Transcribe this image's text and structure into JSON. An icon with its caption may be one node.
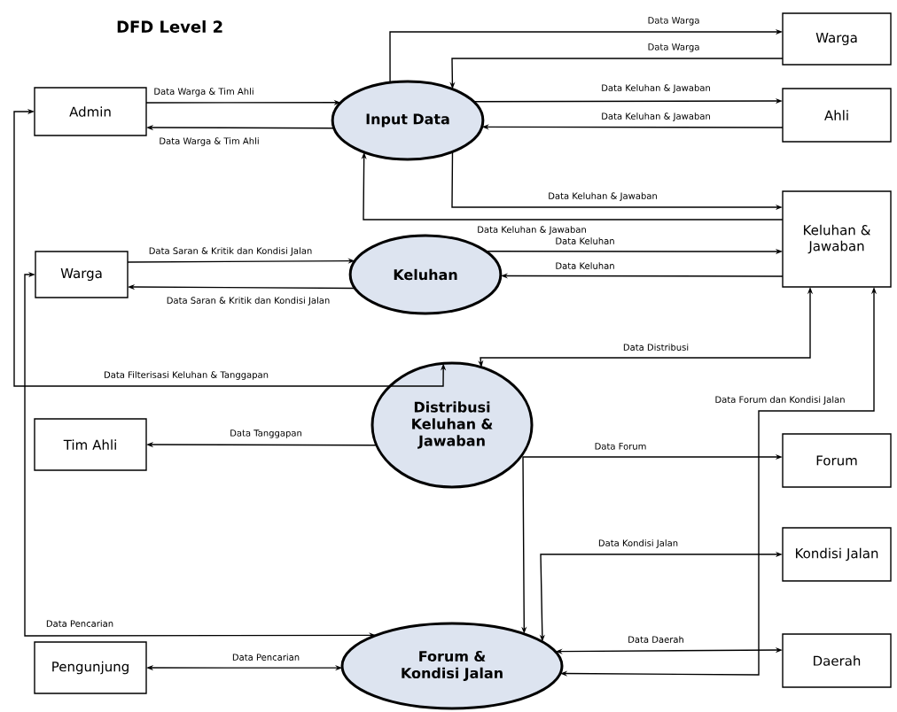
{
  "diagram": {
    "title": "DFD Level 2",
    "nodes": [
      {
        "text": [
          "Admin"
        ]
      },
      {
        "text": [
          "Input Data"
        ]
      },
      {
        "text": [
          "Warga"
        ]
      },
      {
        "text": [
          "Ahli"
        ]
      },
      {
        "text": [
          "Keluhan & Jawaban"
        ]
      },
      {
        "text": [
          "Warga"
        ]
      },
      {
        "text": [
          "Keluhan"
        ]
      },
      {
        "text": [
          "Tim Ahli"
        ]
      },
      {
        "text": [
          "Distribusi Keluhan & Jawaban"
        ]
      },
      {
        "text": [
          "Forum"
        ]
      },
      {
        "text": [
          "Kondisi Jalan"
        ]
      },
      {
        "text": [
          "Daerah"
        ]
      },
      {
        "text": [
          "Pengunjung"
        ]
      },
      {
        "text": [
          "Forum & Kondisi Jalan"
        ]
      }
    ],
    "edges": [
      {
        "from": 0,
        "to": 1,
        "arrow": "to",
        "label": "Data Warga & Tim Ahli"
      },
      {
        "from": 1,
        "to": 0,
        "arrow": "to",
        "label": "Data Warga & Tim Ahli"
      },
      {
        "from": 1,
        "to": 2,
        "arrow": "to",
        "label": "Data Warga"
      },
      {
        "from": 2,
        "to": 1,
        "arrow": "to",
        "label": "Data Warga"
      },
      {
        "from": 1,
        "to": 3,
        "arrow": "to",
        "label": "Data Keluhan & Jawaban"
      },
      {
        "from": 3,
        "to": 1,
        "arrow": "to",
        "label": "Data Keluhan & Jawaban"
      },
      {
        "from": 1,
        "to": 4,
        "arrow": "to",
        "label": "Data Keluhan & Jawaban"
      },
      {
        "from": 4,
        "to": 1,
        "arrow": "to",
        "label": "Data Keluhan & Jawaban"
      },
      {
        "from": 6,
        "to": 4,
        "arrow": "to",
        "label": "Data Keluhan"
      },
      {
        "from": 4,
        "to": 6,
        "arrow": "to",
        "label": "Data Keluhan"
      },
      {
        "from": 5,
        "to": 6,
        "arrow": "to",
        "label": "Data Saran & Kritik dan Kondisi Jalan"
      },
      {
        "from": 6,
        "to": 5,
        "arrow": "to",
        "label": "Data Saran & Kritik dan Kondisi Jalan"
      },
      {
        "from": 8,
        "to": 0,
        "arrow": "both",
        "label": "Data Filterisasi Keluhan & Tanggapan"
      },
      {
        "from": 4,
        "to": 8,
        "arrow": "both",
        "label": "Data Distribusi"
      },
      {
        "from": 8,
        "to": 7,
        "arrow": "to",
        "label": "Data Tanggapan"
      },
      {
        "from": 13,
        "to": 5,
        "arrow": "both",
        "label": "Data Pencarian"
      },
      {
        "from": 12,
        "to": 13,
        "arrow": "both",
        "label": "Data Pencarian"
      },
      {
        "from": 13,
        "to": 9,
        "arrow": "both",
        "label": "Data Forum"
      },
      {
        "from": 13,
        "to": 10,
        "arrow": "both",
        "label": "Data Kondisi Jalan"
      },
      {
        "from": 13,
        "to": 11,
        "arrow": "both",
        "label": "Data Daerah"
      },
      {
        "from": 13,
        "to": 4,
        "arrow": "both",
        "label": "Data Forum dan Kondisi Jalan"
      }
    ]
  }
}
